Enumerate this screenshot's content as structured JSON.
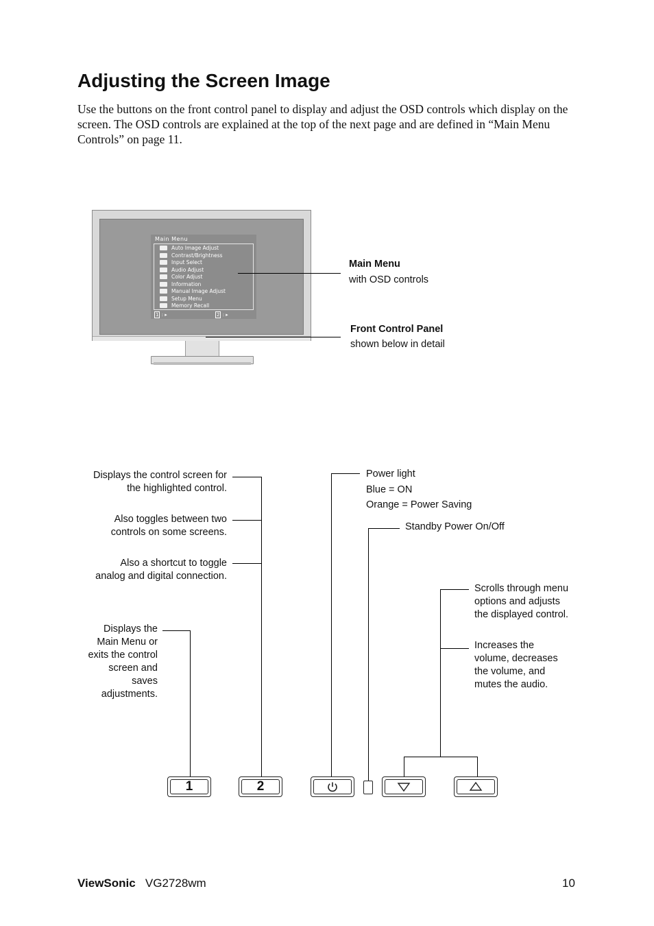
{
  "page": {
    "title": "Adjusting the Screen Image",
    "intro": "Use the buttons on the front control panel to display and adjust the OSD controls which display on the screen. The OSD controls are explained at the top of the next page and are defined in “Main Menu Controls” on page 11."
  },
  "osd": {
    "title": "Main Menu",
    "items": [
      "Auto Image Adjust",
      "Contrast/Brightness",
      "Input Select",
      "Audio Adjust",
      "Color Adjust",
      "Information",
      "Manual Image Adjust",
      "Setup Menu",
      "Memory Recall"
    ],
    "footer_key1": "1",
    "footer_key2": "2"
  },
  "callouts": {
    "main_menu_title": "Main Menu",
    "main_menu_sub": "with OSD controls",
    "front_panel_title": "Front Control Panel",
    "front_panel_sub": "shown below in detail"
  },
  "panel_labels": {
    "btn2_a1": "Displays the control screen for",
    "btn2_a2": "the highlighted control.",
    "btn2_b1": "Also toggles between two",
    "btn2_b2": "controls on some screens.",
    "btn2_c1": "Also a shortcut to toggle",
    "btn2_c2": "analog and digital connection.",
    "btn1_1": "Displays the",
    "btn1_2": "Main Menu or",
    "btn1_3": "exits the control",
    "btn1_4": "screen and",
    "btn1_5": "saves",
    "btn1_6": "adjustments.",
    "power_1": "Power light",
    "power_2": "Blue = ON",
    "power_3": "Orange = Power Saving",
    "standby": "Standby Power On/Off",
    "arrows_a1": "Scrolls through menu",
    "arrows_a2": "options and adjusts",
    "arrows_a3": "the displayed control.",
    "arrows_b1": "Increases the",
    "arrows_b2": "volume, decreases",
    "arrows_b3": "the volume, and",
    "arrows_b4": "mutes the audio."
  },
  "buttons": {
    "b1": "1",
    "b2": "2"
  },
  "footer": {
    "brand": "ViewSonic",
    "model": "VG2728wm",
    "page_number": "10"
  }
}
